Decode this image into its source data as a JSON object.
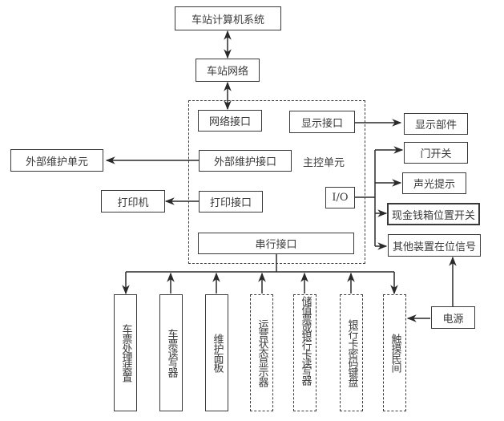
{
  "title": "主控单元",
  "top": {
    "station_computer": "车站计算机系统",
    "station_network": "车站网络"
  },
  "main_unit": {
    "label": "主控单元",
    "network_interface": "网络接口",
    "display_interface": "显示接口",
    "maintenance_interface": "外部维护接口",
    "print_interface": "打印接口",
    "io": "I/O",
    "serial_interface": "串行接口"
  },
  "left": {
    "external_maintenance_unit": "外部维护单元",
    "printer": "打印机"
  },
  "right": {
    "display_component": "显示部件",
    "door_switch": "门开关",
    "sound_light_alert": "声光提示",
    "cashbox_position_switch": "现金钱箱位置开关",
    "other_device_signal": "其他装置在位信号",
    "power": "电源"
  },
  "peripherals": [
    {
      "label": "车票处理装置",
      "style": "solid"
    },
    {
      "label": "车票读写器",
      "style": "solid"
    },
    {
      "label": "维护面板",
      "style": "solid"
    },
    {
      "label": "运营状态显示器",
      "style": "dashed"
    },
    {
      "label": "储值票或银行卡读写器",
      "style": "dashed"
    },
    {
      "label": "银行卡密码键盘",
      "style": "dashed"
    },
    {
      "label": "触摸民间",
      "style": "dashed"
    }
  ]
}
